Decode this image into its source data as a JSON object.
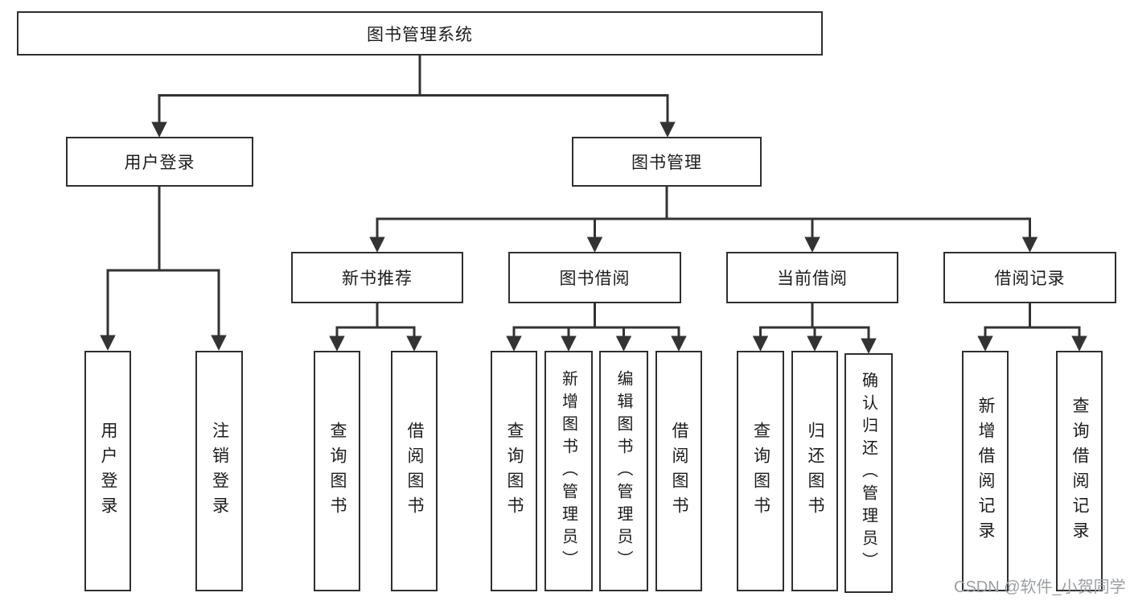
{
  "colors": {
    "line": "#333333",
    "box_border": "#2f2f2f",
    "text": "#1c1c1c",
    "watermark_text": "#9b9fa3",
    "background": "#ffffff"
  },
  "watermark": {
    "text": "CSDN @软件_小贺同学"
  },
  "tree": {
    "label": "图书管理系统",
    "children": [
      {
        "label": "用户登录",
        "children": [
          {
            "label": "用户登录"
          },
          {
            "label": "注销登录"
          }
        ]
      },
      {
        "label": "图书管理",
        "children": [
          {
            "label": "新书推荐",
            "children": [
              {
                "label": "查询图书"
              },
              {
                "label": "借阅图书"
              }
            ]
          },
          {
            "label": "图书借阅",
            "children": [
              {
                "label": "查询图书"
              },
              {
                "label": "新增图书（管理员）"
              },
              {
                "label": "编辑图书（管理员）"
              },
              {
                "label": "借阅图书"
              }
            ]
          },
          {
            "label": "当前借阅",
            "children": [
              {
                "label": "查询图书"
              },
              {
                "label": "归还图书"
              },
              {
                "label": "确认归还（管理员）"
              }
            ]
          },
          {
            "label": "借阅记录",
            "children": [
              {
                "label": "新增借阅记录"
              },
              {
                "label": "查询借阅记录"
              }
            ]
          }
        ]
      }
    ]
  }
}
